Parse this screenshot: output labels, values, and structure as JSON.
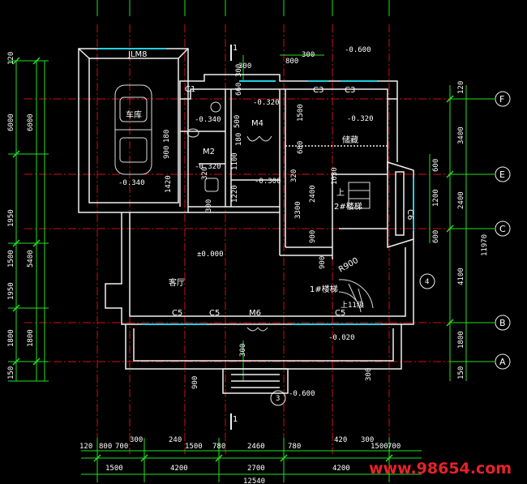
{
  "rooms": {
    "garage": "车库",
    "storage": "储藏",
    "stair2": "2#楼梯",
    "stair1": "1#楼梯",
    "living": "客厅"
  },
  "doors": {
    "jlm8": "JLM8",
    "m4": "M4",
    "m2": "M2",
    "m6": "M6"
  },
  "windows": {
    "c1": "C1",
    "c3a": "C3",
    "c3b": "C3",
    "c5a": "C5",
    "c5b": "C5",
    "c5c": "C5",
    "c6": "C6"
  },
  "levels": {
    "top": "-0.600",
    "bath": "-0.340",
    "hall": "-0.320",
    "m2": "-0.320",
    "store": "-0.320",
    "garage": "-0.340",
    "corr": "-0.300",
    "living": "±0.000",
    "front": "-0.020",
    "steps": "-0.600"
  },
  "annotations": {
    "up": "上",
    "stair1_steps": "上11级",
    "radius": "R900",
    "sec_num": "1",
    "d4": "4",
    "d3": "3"
  },
  "axes": {
    "F": "F",
    "E": "E",
    "C": "C",
    "B": "B",
    "A": "A"
  },
  "dims": {
    "left_outer": [
      "120",
      "6000",
      "1950",
      "1500",
      "1950",
      "1800",
      "150"
    ],
    "left_mid": [
      "6000",
      "5400",
      "1800"
    ],
    "right_inner": [
      "120",
      "3400",
      "2400",
      "4100",
      "1800",
      "150"
    ],
    "right_mid": [
      "600",
      "1200",
      "600"
    ],
    "right_total": "11970",
    "bottom_1": [
      "120",
      "800",
      "700",
      "300",
      "240",
      "1500",
      "780",
      "2460",
      "780",
      "420",
      "300",
      "1500",
      "700"
    ],
    "bottom_2": [
      "1500",
      "4200",
      "2700",
      "4200"
    ],
    "bottom_3": "12540",
    "top": [
      "300",
      "800",
      "300"
    ],
    "interior": [
      "300",
      "1100",
      "1220",
      "180",
      "1420",
      "900",
      "180",
      "500",
      "660",
      "320",
      "680",
      "1500",
      "3300",
      "2400",
      "900",
      "900",
      "320",
      "300",
      "300",
      "900",
      "1030",
      "300"
    ]
  },
  "watermark": "www.98654.com"
}
